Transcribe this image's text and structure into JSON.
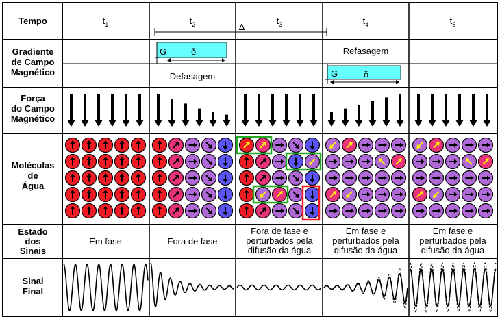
{
  "rows": {
    "tempo": "Tempo",
    "gradiente": [
      "Gradiente",
      "de Campo",
      "Magnético"
    ],
    "forca": [
      "Força",
      "do Campo",
      "Magnético"
    ],
    "moleculas": [
      "Moléculas",
      "de",
      "Água"
    ],
    "estado": [
      "Estado",
      "dos",
      "Sinais"
    ],
    "sinal": [
      "Sinal",
      "Final"
    ]
  },
  "columns": [
    {
      "t": "t",
      "sub": "1"
    },
    {
      "t": "t",
      "sub": "2"
    },
    {
      "t": "t",
      "sub": "3"
    },
    {
      "t": "t",
      "sub": "4"
    },
    {
      "t": "t",
      "sub": "5"
    }
  ],
  "delta": "Δ",
  "gradient_labels": {
    "G": "G",
    "delta": "δ"
  },
  "gradient_text": {
    "t2": "Defasagem",
    "t4": "Refasagem"
  },
  "force_arrow_levels": {
    "t1": [
      1,
      1,
      1,
      1,
      1,
      1
    ],
    "t2": [
      1,
      0.8,
      0.6,
      0.4,
      0.25,
      0.15
    ],
    "t3": [
      1,
      1,
      1,
      1,
      1,
      1
    ],
    "t4": [
      0.25,
      0.4,
      0.55,
      0.7,
      0.85,
      1
    ],
    "t5": [
      1,
      1,
      1,
      1,
      1,
      1
    ]
  },
  "states": {
    "t1": [
      "Em fase"
    ],
    "t2": [
      "Fora de fase"
    ],
    "t3": [
      "Fora de fase e",
      "perturbados pela",
      "difusão da água"
    ],
    "t4": [
      "Em fase e",
      "perturbados pela",
      "difusão da água"
    ],
    "t5": [
      "Em fase e",
      "perturbados pela",
      "difusão da água"
    ]
  },
  "colors": {
    "red": "#ee1c24",
    "magenta": "#e8327a",
    "purple": "#b06ad8",
    "blue": "#5a55f2",
    "cyan": "#66ffff",
    "green": "#22aa22",
    "highlight_red": "#ee1c24",
    "yellow_arrow": "#ffee00"
  }
}
